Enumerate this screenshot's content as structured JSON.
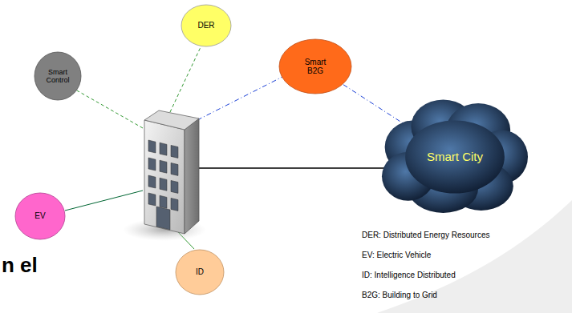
{
  "diagram": {
    "nodes": [
      {
        "text": [
          "DER"
        ]
      },
      {
        "text": [
          "Smart Control"
        ]
      },
      {
        "text": [
          "Smart B2G"
        ]
      },
      {
        "text": [
          "Smart City"
        ]
      },
      {
        "text": [
          "EV"
        ]
      },
      {
        "text": [
          "ID"
        ]
      }
    ],
    "edges": [
      {
        "from": 2,
        "to": 3,
        "arrow": "none"
      }
    ],
    "labels": [
      "DER: Distributed Energy Resources",
      "EV: Electric Vehicle",
      "ID: Intelligence Distributed",
      "B2G: Building to Grid",
      "n el"
    ]
  }
}
